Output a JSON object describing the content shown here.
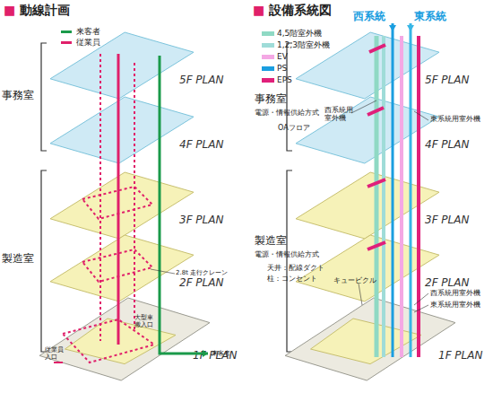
{
  "diagram": {
    "nodes": [
      {
        "text": [
          "5F PLAN"
        ]
      },
      {
        "text": [
          "4F PLAN"
        ]
      },
      {
        "text": [
          "3F PLAN"
        ]
      },
      {
        "text": [
          "2F PLAN"
        ]
      },
      {
        "text": [
          "1F PLAN"
        ]
      },
      {
        "text": [
          "5F PLAN"
        ]
      },
      {
        "text": [
          "4F PLAN"
        ]
      },
      {
        "text": [
          "3F PLAN"
        ]
      },
      {
        "text": [
          "2F PLAN"
        ]
      },
      {
        "text": [
          "1F PLAN"
        ]
      }
    ],
    "labels": [
      "■ 動線計画",
      "■ 設備系統図",
      "事務室",
      "製造室",
      "2.8t 走行クレーン",
      "大型車 搬入口",
      "従業員 入口",
      "来客者",
      "西系統",
      "東系統",
      "事務室",
      "電源・情報供給方式",
      "OAフロア",
      "西系統用 室外機",
      "東系統用室外機",
      "製造室",
      "電源・情報供給方式",
      "天井：配線ダクト",
      "柱：コンセント",
      "キュービクル",
      "西系統用室外機",
      "東系統用室外機"
    ],
    "legend": [
      {
        "text": "来客者"
      },
      {
        "text": "従業員"
      },
      {
        "text": "4,5階室外機",
        "color": "#8fd9c4"
      },
      {
        "text": "1,2,3階室外機",
        "color": "#9fdcd8"
      },
      {
        "text": "EV",
        "color": "#f4a8e4"
      },
      {
        "text": "PS",
        "color": "#1a9ee0"
      },
      {
        "text": "EPS",
        "color": "#e0207a"
      }
    ]
  }
}
